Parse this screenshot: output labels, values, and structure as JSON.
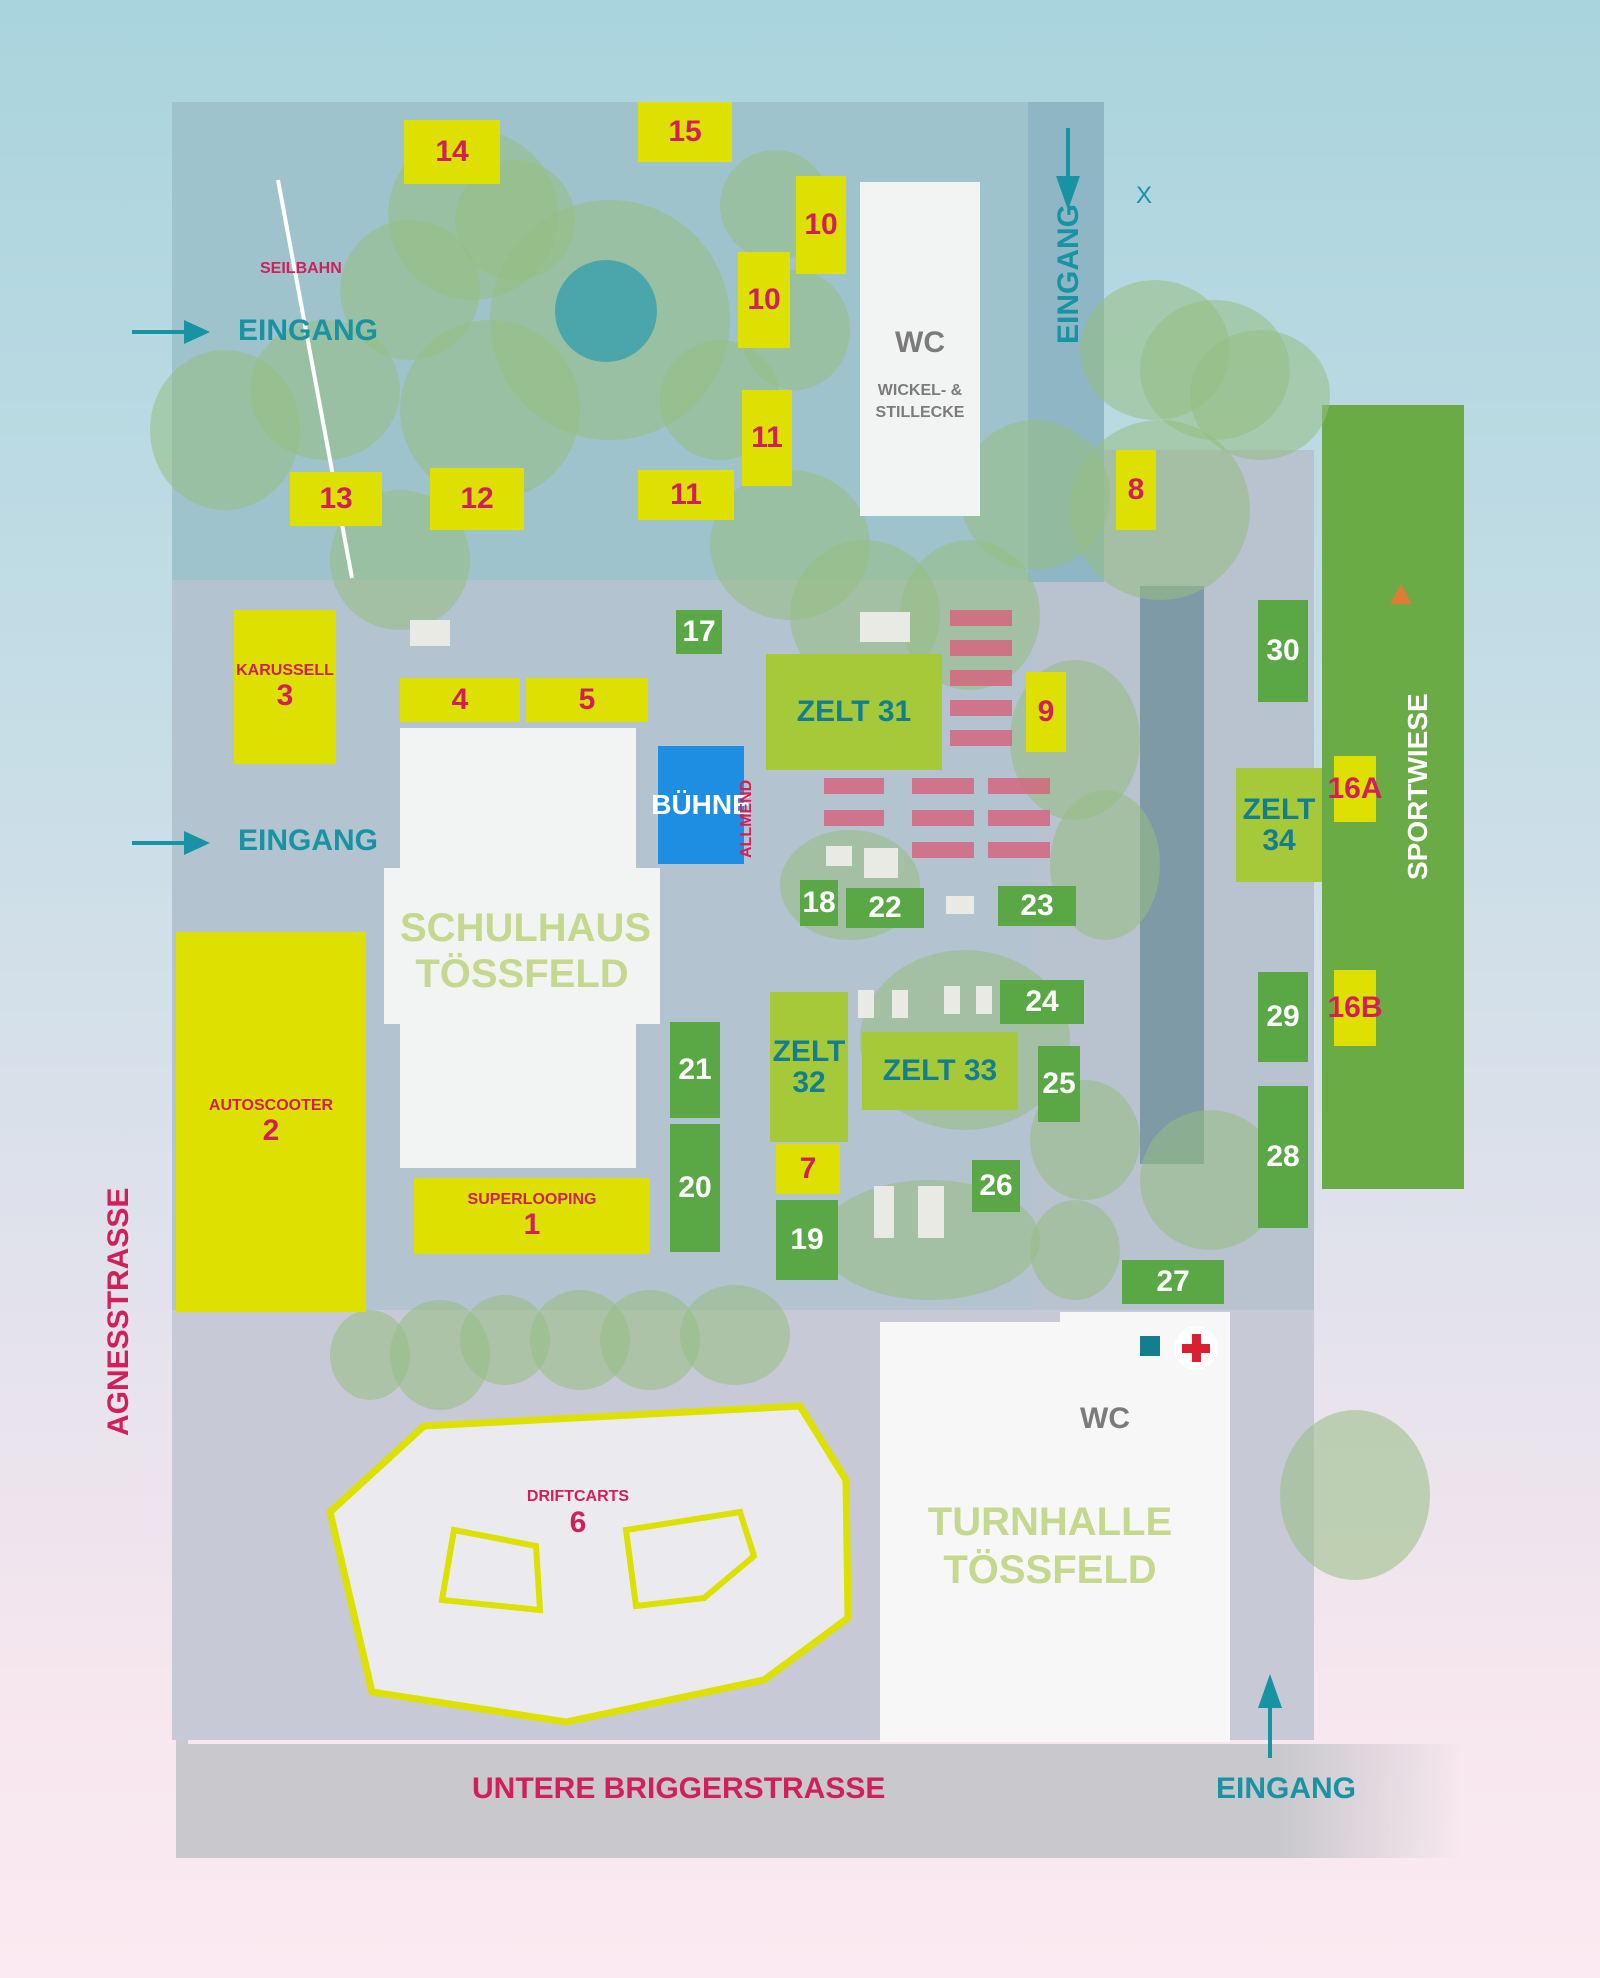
{
  "colors": {
    "booth_yellow": "#dde000",
    "booth_green": "#5aa845",
    "tent_green": "#a6c93a",
    "label_pink": "#d11f5a",
    "entrance_teal": "#1793a3",
    "stage_blue": "#1d8ee1",
    "building_white": "#f2f3f3"
  },
  "streets": {
    "agnesstrasse": "AGNESSTRASSE",
    "untere_briggerstrasse": "UNTERE BRIGGERSTRASSE"
  },
  "entrances": {
    "west_upper": "EINGANG",
    "west_middle": "EINGANG",
    "north": "EINGANG",
    "south_east": "EINGANG"
  },
  "marker_x": "X",
  "buildings": {
    "schulhaus_line1": "SCHULHAUS",
    "schulhaus_line2": "TÖSSFELD",
    "turnhalle_line1": "TURNHALLE",
    "turnhalle_line2": "TÖSSFELD",
    "wc_north": "WC",
    "wickel_line1": "WICKEL- &",
    "wickel_line2": "STILLECKE",
    "wc_south": "WC"
  },
  "stage": "BÜHNE",
  "allmend": "ALLMEND",
  "seilbahn": "SEILBAHN",
  "sportwiese": "SPORTWIESE",
  "attractions": {
    "superlooping_name": "SUPERLOOPING",
    "superlooping_num": "1",
    "autoscooter_name": "AUTOSCOOTER",
    "autoscooter_num": "2",
    "karussell_name": "KARUSSELL",
    "karussell_num": "3",
    "driftcarts_name": "DRIFTCARTS",
    "driftcarts_num": "6"
  },
  "booths": {
    "b4": "4",
    "b5": "5",
    "b7": "7",
    "b8": "8",
    "b9": "9",
    "b10a": "10",
    "b10b": "10",
    "b11a": "11",
    "b11b": "11",
    "b12": "12",
    "b13": "13",
    "b14": "14",
    "b15": "15",
    "b16a": "16A",
    "b16b": "16B",
    "b17": "17",
    "b18": "18",
    "b19": "19",
    "b20": "20",
    "b21": "21",
    "b22": "22",
    "b23": "23",
    "b24": "24",
    "b25": "25",
    "b26": "26",
    "b27": "27",
    "b28": "28",
    "b29": "29",
    "b30": "30"
  },
  "tents": {
    "z31": "ZELT 31",
    "z32_line1": "ZELT",
    "z32_line2": "32",
    "z33": "ZELT 33",
    "z34_line1": "ZELT",
    "z34_line2": "34"
  },
  "icons": [
    "first-aid-icon",
    "info-point-icon",
    "playground-icon"
  ]
}
